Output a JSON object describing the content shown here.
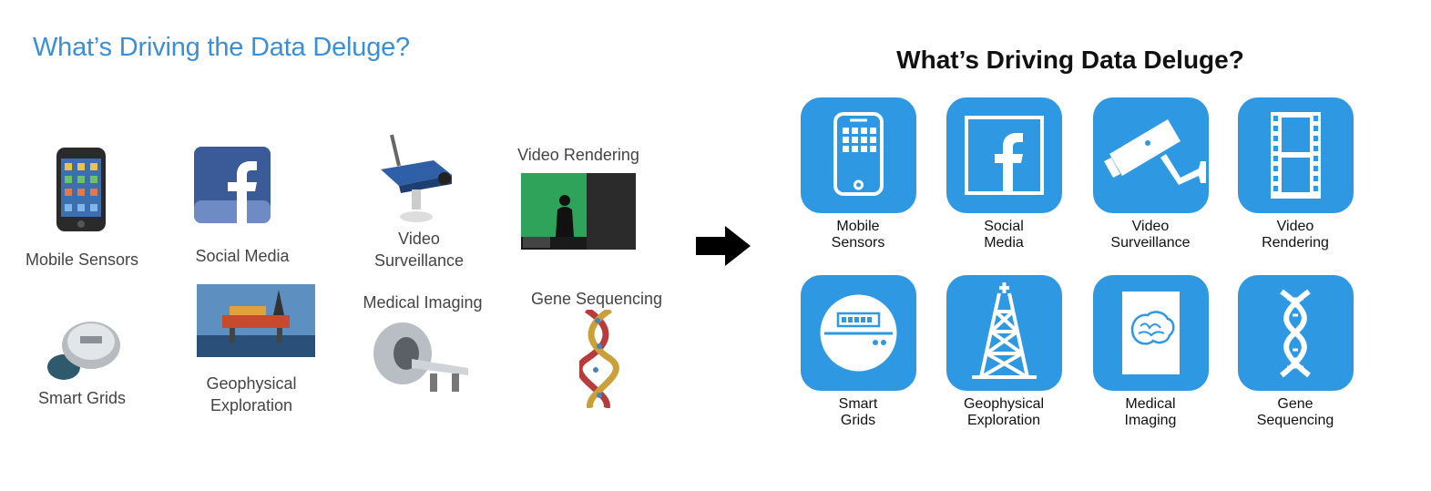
{
  "left": {
    "title": "What’s Driving the Data Deluge?",
    "items": [
      {
        "label": "Mobile Sensors"
      },
      {
        "label": "Social Media"
      },
      {
        "label": "Video\nSurveillance"
      },
      {
        "label": "Video Rendering"
      },
      {
        "label": "Smart Grids"
      },
      {
        "label": "Geophysical\nExploration"
      },
      {
        "label": "Medical Imaging"
      },
      {
        "label": "Gene Sequencing"
      }
    ]
  },
  "right": {
    "title": "What’s Driving Data Deluge?",
    "tiles": [
      {
        "label": "Mobile\nSensors",
        "icon": "smartphone-icon"
      },
      {
        "label": "Social\nMedia",
        "icon": "facebook-icon"
      },
      {
        "label": "Video\nSurveillance",
        "icon": "security-camera-icon"
      },
      {
        "label": "Video\nRendering",
        "icon": "film-strip-icon"
      },
      {
        "label": "Smart\nGrids",
        "icon": "smart-meter-icon"
      },
      {
        "label": "Geophysical\nExploration",
        "icon": "oil-derrick-icon"
      },
      {
        "label": "Medical\nImaging",
        "icon": "brain-scan-icon"
      },
      {
        "label": "Gene\nSequencing",
        "icon": "dna-icon"
      }
    ],
    "tile_color": "#2f98e2"
  }
}
